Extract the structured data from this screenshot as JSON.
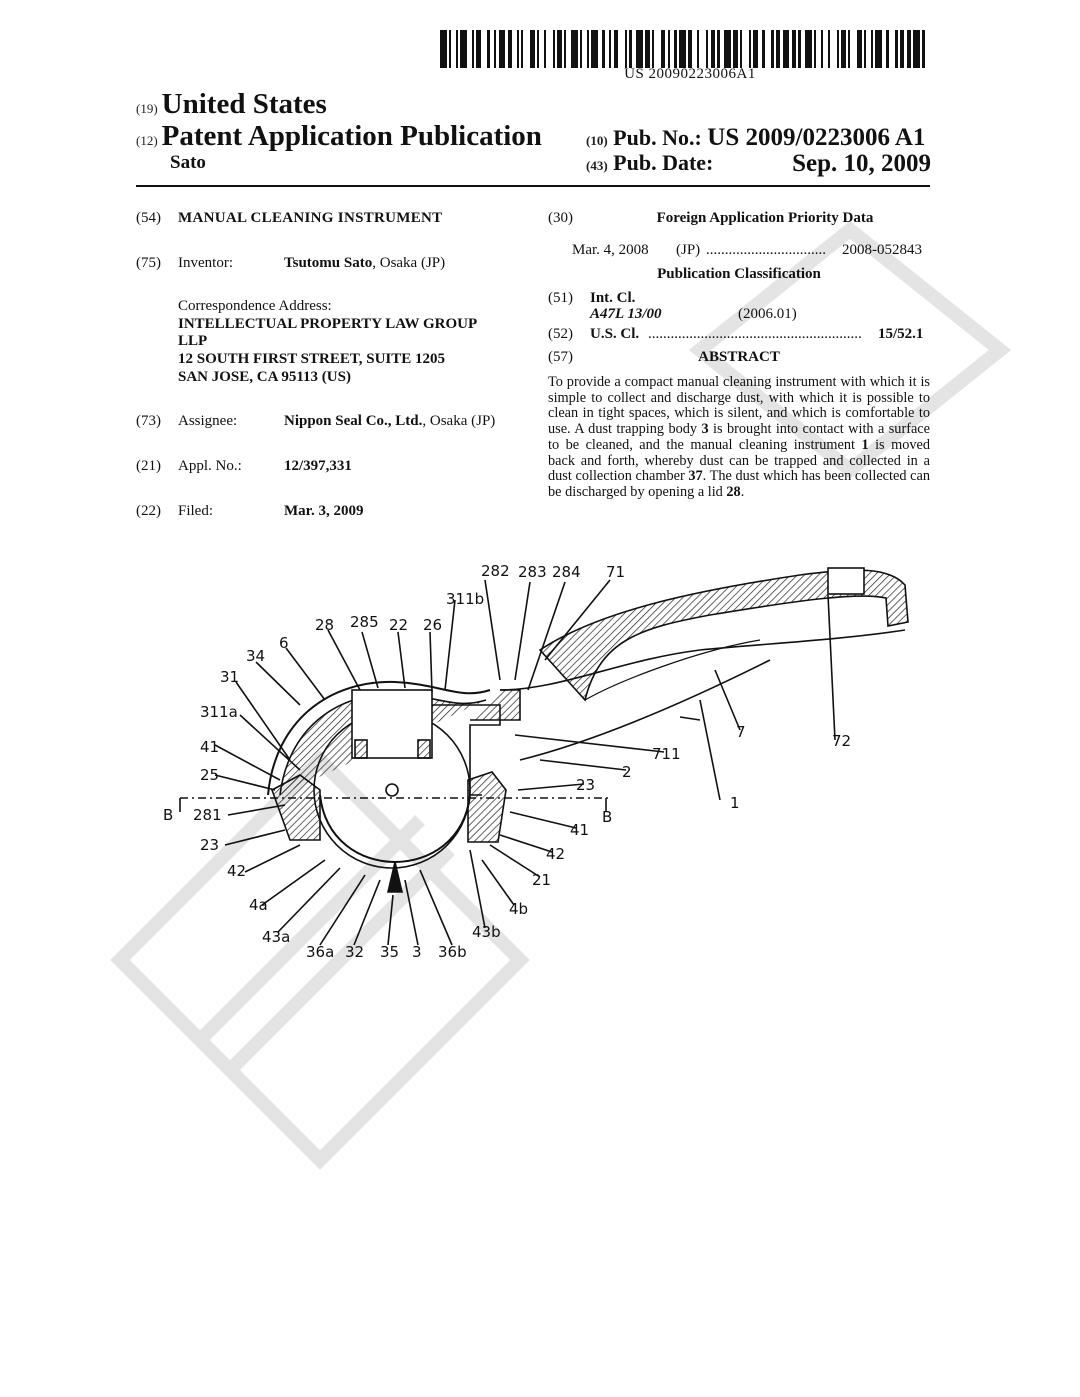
{
  "header": {
    "barcode_number": "US 20090223006A1",
    "country_code": "(19)",
    "country": "United States",
    "type_code": "(12)",
    "type": "Patent Application Publication",
    "inventor_short": "Sato",
    "pub_no_code": "(10)",
    "pub_no_label": "Pub. No.:",
    "pub_no": "US 2009/0223006 A1",
    "pub_date_code": "(43)",
    "pub_date_label": "Pub. Date:",
    "pub_date": "Sep. 10, 2009"
  },
  "left": {
    "title_code": "(54)",
    "title": "MANUAL CLEANING INSTRUMENT",
    "inventor_code": "(75)",
    "inventor_label": "Inventor:",
    "inventor_name": "Tsutomu Sato",
    "inventor_loc": ", Osaka (JP)",
    "corr_label": "Correspondence Address:",
    "corr_line1": "INTELLECTUAL  PROPERTY  LAW  GROUP",
    "corr_line2": "LLP",
    "corr_line3": "12 SOUTH FIRST STREET, SUITE 1205",
    "corr_line4": "SAN JOSE, CA 95113 (US)",
    "assignee_code": "(73)",
    "assignee_label": "Assignee:",
    "assignee_name": "Nippon Seal Co., Ltd.",
    "assignee_loc": ", Osaka (JP)",
    "appl_code": "(21)",
    "appl_label": "Appl. No.:",
    "appl_no": "12/397,331",
    "filed_code": "(22)",
    "filed_label": "Filed:",
    "filed_date": "Mar. 3, 2009"
  },
  "right": {
    "priority_code": "(30)",
    "priority_title": "Foreign Application Priority Data",
    "priority_date": "Mar. 4, 2008",
    "priority_country": "(JP)",
    "priority_dots": "................................",
    "priority_no": "2008-052843",
    "class_title": "Publication Classification",
    "intcl_code": "(51)",
    "intcl_label": "Int. Cl.",
    "intcl_value": "A47L 13/00",
    "intcl_year": "(2006.01)",
    "uscl_code": "(52)",
    "uscl_label": "U.S. Cl.",
    "uscl_dots": ".........................................................",
    "uscl_value": "15/52.1",
    "abstract_code": "(57)",
    "abstract_title": "ABSTRACT",
    "abstract_p1": "To provide a compact manual cleaning instrument with which it is simple to collect and discharge dust, with which it is possible to clean in tight spaces, which is silent, and which is comfortable to use. A dust trapping body ",
    "abstract_b1": "3",
    "abstract_p2": " is brought into contact with a surface to be cleaned, and the manual cleaning instrument ",
    "abstract_b2": "1",
    "abstract_p3": " is moved back and forth, whereby dust can be trapped and collected in a dust collection chamber ",
    "abstract_b3": "37",
    "abstract_p4": ". The dust which has been collected can be discharged by opening a lid ",
    "abstract_b4": "28",
    "abstract_p5": "."
  },
  "figure": {
    "labels": {
      "l282": "282",
      "l283": "283",
      "l284": "284",
      "l71": "71",
      "l311b": "311b",
      "l28": "28",
      "l285": "285",
      "l22": "22",
      "l26": "26",
      "l6": "6",
      "l34": "34",
      "l31": "31",
      "l311a": "311a",
      "l41a": "41",
      "l25": "25",
      "lB1": "B",
      "l281": "281",
      "l23a": "23",
      "l42a": "42",
      "l4a": "4a",
      "l43a": "43a",
      "l36a": "36a",
      "l32": "32",
      "l35": "35",
      "l3": "3",
      "l36b": "36b",
      "l43b": "43b",
      "l4b": "4b",
      "l21": "21",
      "l42b": "42",
      "l41b": "41",
      "lB2": "B",
      "l23b": "23",
      "l2": "2",
      "l711": "711",
      "l7": "7",
      "l72": "72",
      "l1": "1"
    }
  }
}
